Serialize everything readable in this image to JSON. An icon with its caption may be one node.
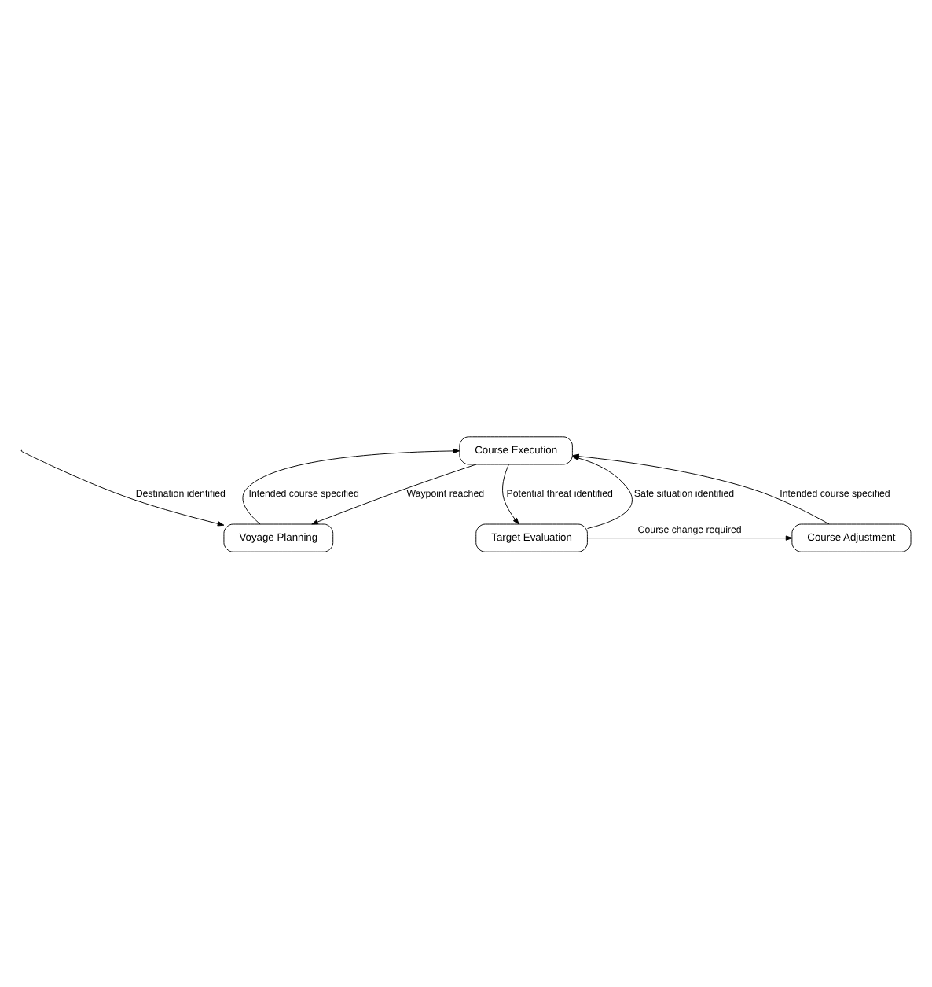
{
  "diagram": {
    "nodes": [
      {
        "text": [
          "Voyage Planning"
        ]
      },
      {
        "text": [
          "Course Execution"
        ]
      },
      {
        "text": [
          "Course Adjustment"
        ]
      },
      {
        "text": [
          "Target Evaluation"
        ]
      }
    ],
    "edges": [
      {
        "from": null,
        "to": 0,
        "arrow": "to",
        "label": "Destination identified"
      },
      {
        "from": 1,
        "to": 0,
        "arrow": "to",
        "label": "Waypoint reached"
      },
      {
        "from": 0,
        "to": 1,
        "arrow": "to",
        "label": "Intended course specified"
      },
      {
        "from": 1,
        "to": 3,
        "arrow": "to",
        "label": "Potential threat identified"
      },
      {
        "from": 3,
        "to": 1,
        "arrow": "to",
        "label": "Safe situation identified"
      },
      {
        "from": 3,
        "to": 2,
        "arrow": "to",
        "label": "Course change required"
      },
      {
        "from": 2,
        "to": 1,
        "arrow": "to",
        "label": "Intended course specified"
      }
    ]
  }
}
